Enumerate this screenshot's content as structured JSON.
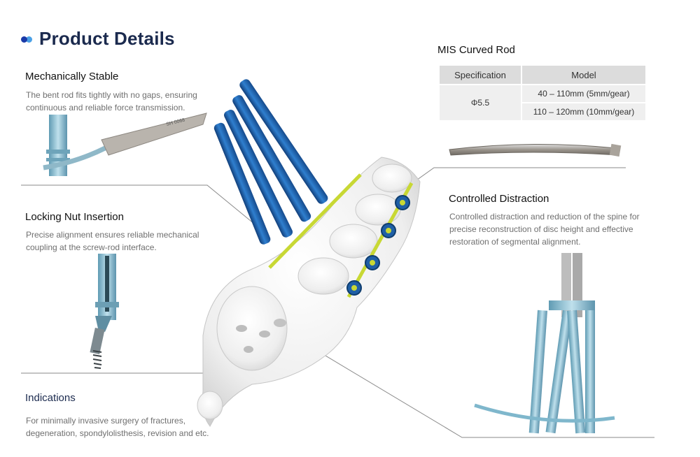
{
  "header": {
    "title": "Product Details"
  },
  "sections": {
    "stable": {
      "title": "Mechanically Stable",
      "body": "The bent rod fits tightly with no gaps, ensuring continuous and reliable force transmission."
    },
    "locking": {
      "title": "Locking Nut Insertion",
      "body": "Precise alignment ensures reliable mechanical coupling at the screw-rod interface."
    },
    "indications": {
      "title": "Indications",
      "body": "For minimally invasive surgery of fractures, degeneration, spondylolisthesis, revision and etc."
    },
    "distraction": {
      "title": "Controlled Distraction",
      "body": "Controlled distraction and reduction of the spine for precise reconstruction of disc height and effective restoration of segmental alignment."
    }
  },
  "rod_table": {
    "title": "MIS Curved Rod",
    "headers": [
      "Specification",
      "Model"
    ],
    "spec": "Φ5.5",
    "models": [
      "40 – 110mm (5mm/gear)",
      "110 – 120mm (10mm/gear)"
    ]
  },
  "colors": {
    "title": "#1b2a4e",
    "dot_dark": "#1a3aa8",
    "dot_light": "#4aa0e6",
    "implant_blue": "#1f5fa6",
    "rod_yellow": "#c8d834",
    "instrument_teal": "#7fb7cc"
  }
}
